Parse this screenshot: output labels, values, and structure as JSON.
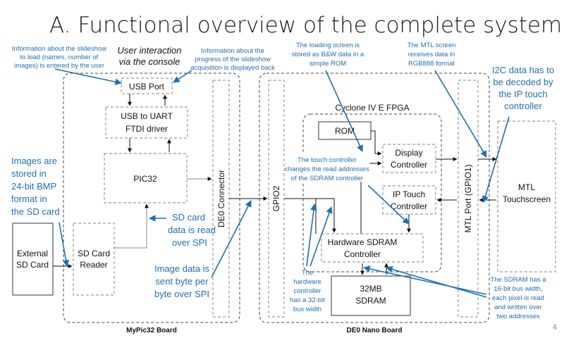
{
  "slide": {
    "title": "A.    Functional overview of the complete system",
    "page_number": "4"
  },
  "boards": {
    "mypic32_label": "MyPic32 Board",
    "de0nano_label": "DE0 Nano Board"
  },
  "blocks": {
    "external_sd": [
      "External",
      "SD Card"
    ],
    "sd_reader": [
      "SD Card",
      "Reader"
    ],
    "usb_port": "USB Port",
    "usb_uart": [
      "USB to UART",
      "FTDI driver"
    ],
    "pic32": "PIC32",
    "de0_connector": "DE0  Connector",
    "gpio2": "GPIO2",
    "fpga": "Cyclone IV E FPGA",
    "rom": "ROM",
    "display_ctrl": [
      "Display",
      "Controller"
    ],
    "ip_touch": [
      "IP Touch",
      "Controller"
    ],
    "sdram_ctrl": [
      "Hardware SDRAM",
      "Controller"
    ],
    "sdram": [
      "32MB",
      "SDRAM"
    ],
    "mtl_port": "MTL Port    (GPIO1)",
    "mtl_touch": [
      "MTL",
      "Touchscreen"
    ]
  },
  "annotations": {
    "slideshow_info": [
      "Information about the slideshow",
      "to load (names, number of",
      "images) is entered by the user"
    ],
    "user_interaction": [
      "User interaction",
      "via the console"
    ],
    "progress_info": [
      "Information about the",
      "progress of the slideshow",
      "acquisition is displayed back"
    ],
    "rom_note": [
      "The loading screen is",
      "stored as B&W data in a",
      "simple ROM"
    ],
    "mtl_note": [
      "The MTL screen",
      "receives data in",
      "RGB888 format"
    ],
    "i2c_note": [
      "I2C data has to",
      "be decoded by",
      "the IP touch",
      "controller"
    ],
    "images_note": [
      "Images are",
      "stored in",
      "24-bit BMP",
      "format in",
      "the SD card"
    ],
    "sd_spi_note": [
      "SD card",
      "data is read",
      "over SPI"
    ],
    "image_spi_note": [
      "Image data is",
      "sent byte per",
      "byte over SPI"
    ],
    "touch_note": [
      "The touch controller",
      "changes the read addresses",
      "of the SDRAM controller"
    ],
    "hw_bus_note": [
      "The",
      "hardware",
      "controller",
      "has a 32-bit",
      "bus width"
    ],
    "sdram_bus_note": [
      "The SDRAM has a",
      "16-bit bus width,",
      "each pixel is read",
      "and written over",
      "two addresses"
    ]
  }
}
